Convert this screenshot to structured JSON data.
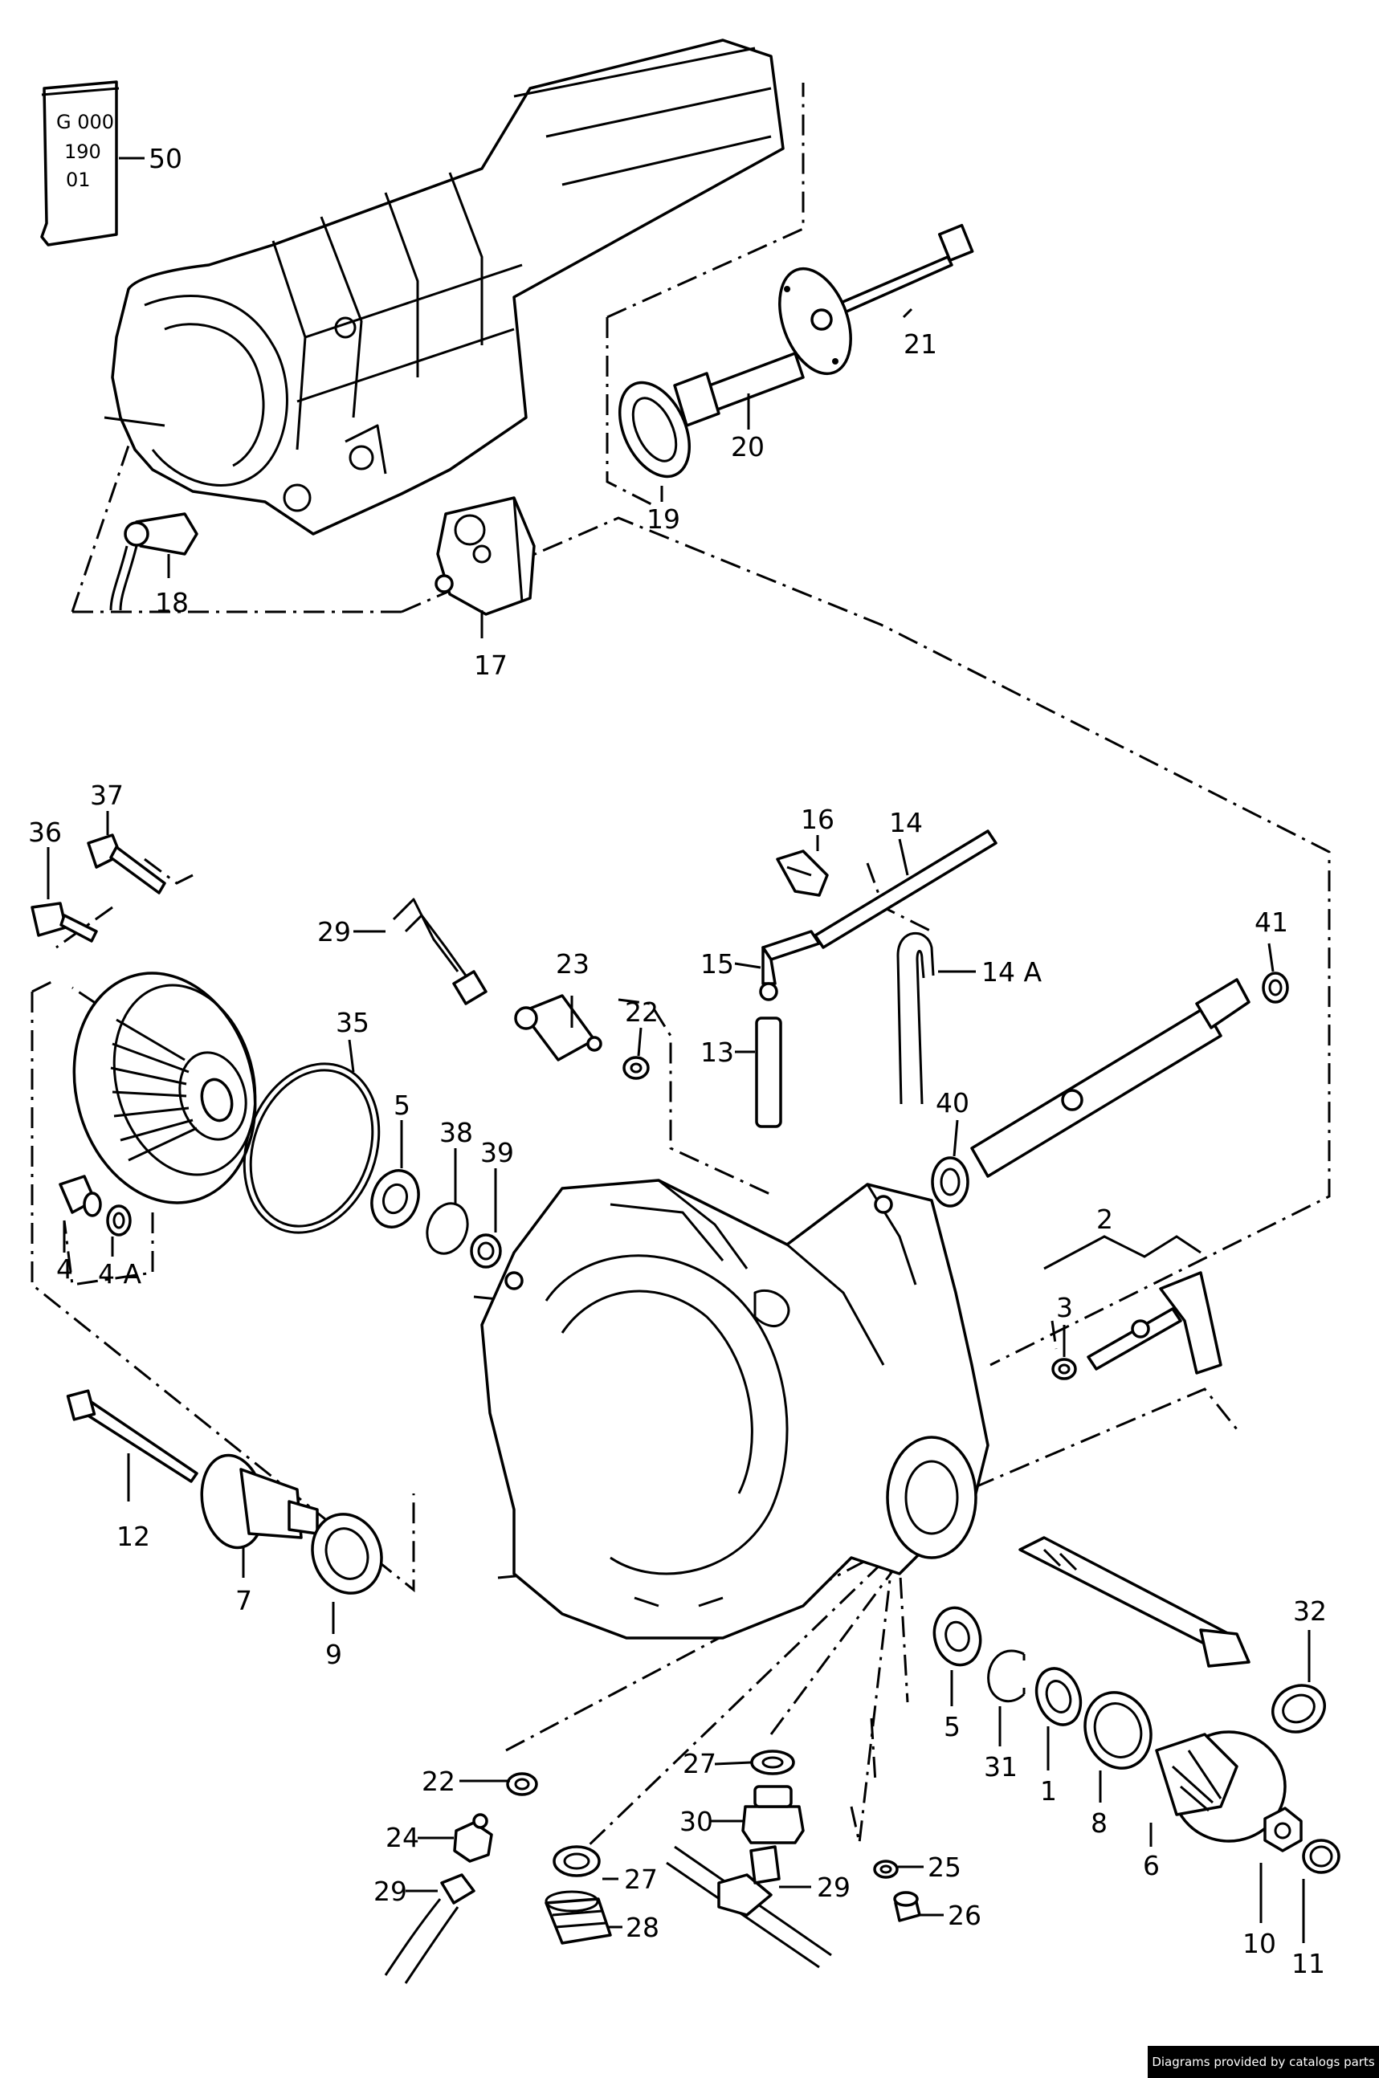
{
  "diagram": {
    "tube_label": [
      "G 000",
      "190",
      "01"
    ],
    "callouts": [
      {
        "id": "50",
        "text": "50"
      },
      {
        "id": "21",
        "text": "21"
      },
      {
        "id": "20",
        "text": "20"
      },
      {
        "id": "19",
        "text": "19"
      },
      {
        "id": "18",
        "text": "18"
      },
      {
        "id": "17",
        "text": "17"
      },
      {
        "id": "37",
        "text": "37"
      },
      {
        "id": "36",
        "text": "36"
      },
      {
        "id": "16",
        "text": "16"
      },
      {
        "id": "14",
        "text": "14"
      },
      {
        "id": "29a",
        "text": "29"
      },
      {
        "id": "23",
        "text": "23"
      },
      {
        "id": "22a",
        "text": "22"
      },
      {
        "id": "15",
        "text": "15"
      },
      {
        "id": "14A",
        "text": "14 A"
      },
      {
        "id": "41",
        "text": "41"
      },
      {
        "id": "35",
        "text": "35"
      },
      {
        "id": "13",
        "text": "13"
      },
      {
        "id": "5a",
        "text": "5"
      },
      {
        "id": "38",
        "text": "38"
      },
      {
        "id": "39",
        "text": "39"
      },
      {
        "id": "40",
        "text": "40"
      },
      {
        "id": "4",
        "text": "4"
      },
      {
        "id": "4A",
        "text": "4 A"
      },
      {
        "id": "2",
        "text": "2"
      },
      {
        "id": "3",
        "text": "3"
      },
      {
        "id": "12",
        "text": "12"
      },
      {
        "id": "7",
        "text": "7"
      },
      {
        "id": "9",
        "text": "9"
      },
      {
        "id": "32",
        "text": "32"
      },
      {
        "id": "5b",
        "text": "5"
      },
      {
        "id": "31",
        "text": "31"
      },
      {
        "id": "1",
        "text": "1"
      },
      {
        "id": "8",
        "text": "8"
      },
      {
        "id": "6",
        "text": "6"
      },
      {
        "id": "22b",
        "text": "22"
      },
      {
        "id": "27a",
        "text": "27"
      },
      {
        "id": "24",
        "text": "24"
      },
      {
        "id": "30",
        "text": "30"
      },
      {
        "id": "25",
        "text": "25"
      },
      {
        "id": "29b",
        "text": "29"
      },
      {
        "id": "27b",
        "text": "27"
      },
      {
        "id": "29c",
        "text": "29"
      },
      {
        "id": "26",
        "text": "26"
      },
      {
        "id": "28",
        "text": "28"
      },
      {
        "id": "10",
        "text": "10"
      },
      {
        "id": "11",
        "text": "11"
      }
    ]
  },
  "footer": {
    "credit": "Diagrams provided by catalogs parts"
  }
}
